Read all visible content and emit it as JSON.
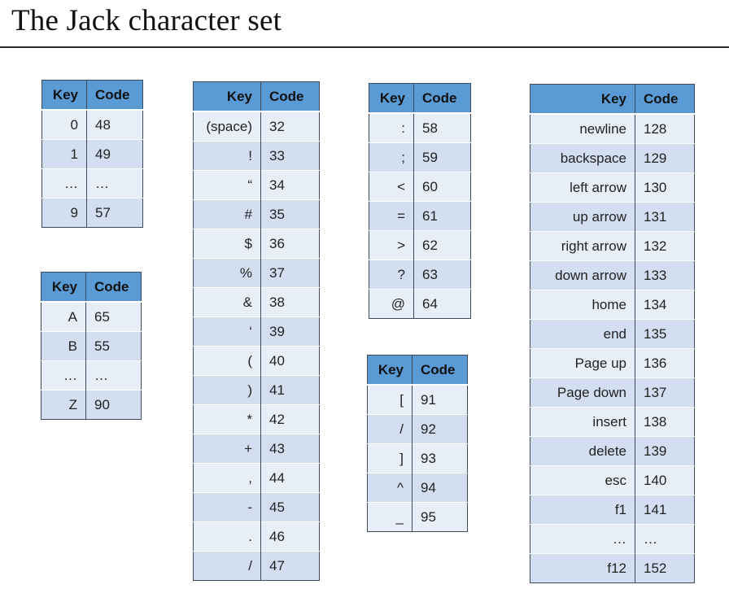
{
  "title": "The Jack character set",
  "headers": {
    "key": "Key",
    "code": "Code"
  },
  "tables": [
    {
      "rows": [
        [
          "0",
          "48"
        ],
        [
          "1",
          "49"
        ],
        [
          "…",
          "…"
        ],
        [
          "9",
          "57"
        ]
      ]
    },
    {
      "rows": [
        [
          "A",
          "65"
        ],
        [
          "B",
          "55"
        ],
        [
          "…",
          "…"
        ],
        [
          "Z",
          "90"
        ]
      ]
    },
    {
      "rows": [
        [
          "(space)",
          "32"
        ],
        [
          "!",
          "33"
        ],
        [
          "“",
          "34"
        ],
        [
          "#",
          "35"
        ],
        [
          "$",
          "36"
        ],
        [
          "%",
          "37"
        ],
        [
          "&",
          "38"
        ],
        [
          "‘",
          "39"
        ],
        [
          "(",
          "40"
        ],
        [
          ")",
          "41"
        ],
        [
          "*",
          "42"
        ],
        [
          "+",
          "43"
        ],
        [
          ",",
          "44"
        ],
        [
          "-",
          "45"
        ],
        [
          ".",
          "46"
        ],
        [
          "/",
          "47"
        ]
      ]
    },
    {
      "rows": [
        [
          ":",
          "58"
        ],
        [
          ";",
          "59"
        ],
        [
          "<",
          "60"
        ],
        [
          "=",
          "61"
        ],
        [
          ">",
          "62"
        ],
        [
          "?",
          "63"
        ],
        [
          "@",
          "64"
        ]
      ]
    },
    {
      "rows": [
        [
          "[",
          "91"
        ],
        [
          "/",
          "92"
        ],
        [
          "]",
          "93"
        ],
        [
          "^",
          "94"
        ],
        [
          "_",
          "95"
        ]
      ]
    },
    {
      "rows": [
        [
          "newline",
          "128"
        ],
        [
          "backspace",
          "129"
        ],
        [
          "left arrow",
          "130"
        ],
        [
          "up arrow",
          "131"
        ],
        [
          "right arrow",
          "132"
        ],
        [
          "down arrow",
          "133"
        ],
        [
          "home",
          "134"
        ],
        [
          "end",
          "135"
        ],
        [
          "Page up",
          "136"
        ],
        [
          "Page down",
          "137"
        ],
        [
          "insert",
          "138"
        ],
        [
          "delete",
          "139"
        ],
        [
          "esc",
          "140"
        ],
        [
          "f1",
          "141"
        ],
        [
          "…",
          "…"
        ],
        [
          "f12",
          "152"
        ]
      ]
    }
  ]
}
